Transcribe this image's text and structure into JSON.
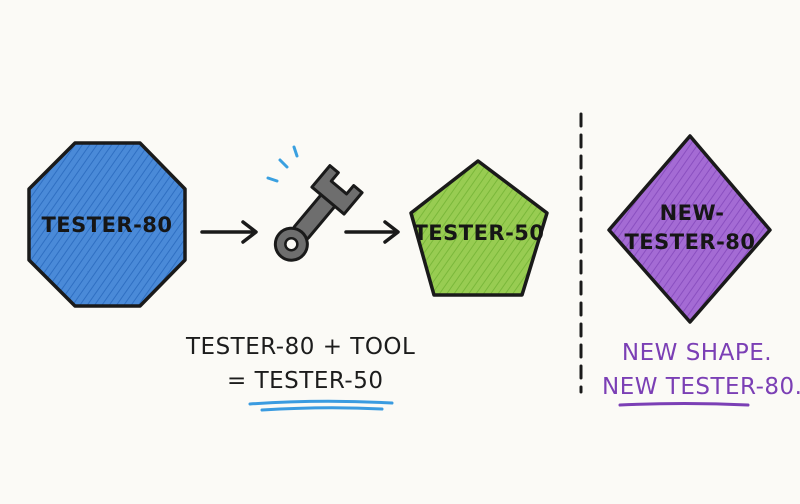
{
  "colors": {
    "octagon": "#3f7fd1",
    "pentagon": "#8bc34a",
    "diamond": "#9c5ccc",
    "outline": "#1a1a1a",
    "caption_left": "#1c1c1c",
    "caption_right": "#7b3fb5",
    "underline": "#3a9be0",
    "wrench": "#6e6e6e",
    "sparks": "#3aa0e0"
  },
  "shapes": {
    "octagon_label": "TESTER-80",
    "pentagon_label": "TESTER-50",
    "diamond_label_line1": "NEW-",
    "diamond_label_line2": "TESTER-80"
  },
  "icons": {
    "tool": "wrench-icon",
    "arrow1": "arrow-right-icon",
    "arrow2": "arrow-right-icon"
  },
  "captions": {
    "left_line1": "TESTER-80 + TOOL",
    "left_line2": "= TESTER-50",
    "right_line1": "NEW SHAPE.",
    "right_line2": "NEW TESTER-80."
  }
}
